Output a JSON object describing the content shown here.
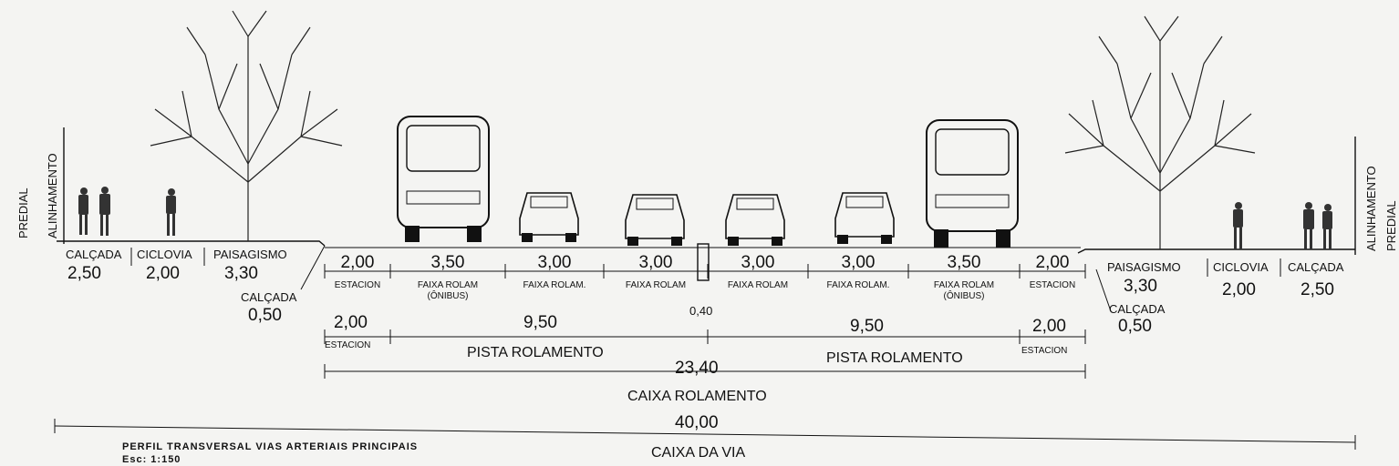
{
  "left_edge": {
    "line1": "PREDIAL",
    "line2": "ALINHAMENTO"
  },
  "right_edge": {
    "line1": "ALINHAMENTO",
    "line2": "PREDIAL"
  },
  "left_side": {
    "calcada": {
      "label": "CALÇADA",
      "value": "2,50"
    },
    "ciclovia": {
      "label": "CICLOVIA",
      "value": "2,00"
    },
    "paisagismo": {
      "label": "PAISAGISMO",
      "value": "3,30"
    },
    "calcada_curb": {
      "label": "CALÇADA",
      "value": "0,50"
    }
  },
  "right_side": {
    "paisagismo": {
      "label": "PAISAGISMO",
      "value": "3,30"
    },
    "ciclovia": {
      "label": "CICLOVIA",
      "value": "2,00"
    },
    "calcada": {
      "label": "CALÇADA",
      "value": "2,50"
    },
    "calcada_curb": {
      "label": "CALÇADA",
      "value": "0,50"
    }
  },
  "lanes": [
    {
      "value": "2,00",
      "label": "ESTACION",
      "sub": ""
    },
    {
      "value": "3,50",
      "label": "FAIXA ROLAM",
      "sub": "(ÔNIBUS)"
    },
    {
      "value": "3,00",
      "label": "FAIXA ROLAM.",
      "sub": ""
    },
    {
      "value": "3,00",
      "label": "FAIXA ROLAM",
      "sub": ""
    },
    {
      "value": "3,00",
      "label": "FAIXA ROLAM",
      "sub": ""
    },
    {
      "value": "3,00",
      "label": "FAIXA ROLAM.",
      "sub": ""
    },
    {
      "value": "3,50",
      "label": "FAIXA ROLAM",
      "sub": "(ÔNIBUS)"
    },
    {
      "value": "2,00",
      "label": "ESTACION",
      "sub": ""
    }
  ],
  "median": {
    "value": "0,40"
  },
  "pista_left": {
    "estacion_value": "2,00",
    "estacion_label": "ESTACION",
    "value": "9,50",
    "label": "PISTA ROLAMENTO"
  },
  "pista_right": {
    "estacion_value": "2,00",
    "estacion_label": "ESTACION",
    "value": "9,50",
    "label": "PISTA ROLAMENTO"
  },
  "caixa_rolamento": {
    "value": "23,40",
    "label": "CAIXA ROLAMENTO"
  },
  "caixa_via": {
    "value": "40,00",
    "label": "CAIXA DA VIA"
  },
  "caption": {
    "title": "PERFIL TRANSVERSAL VIAS ARTERIAIS PRINCIPAIS",
    "scale": "Esc:  1:150"
  }
}
